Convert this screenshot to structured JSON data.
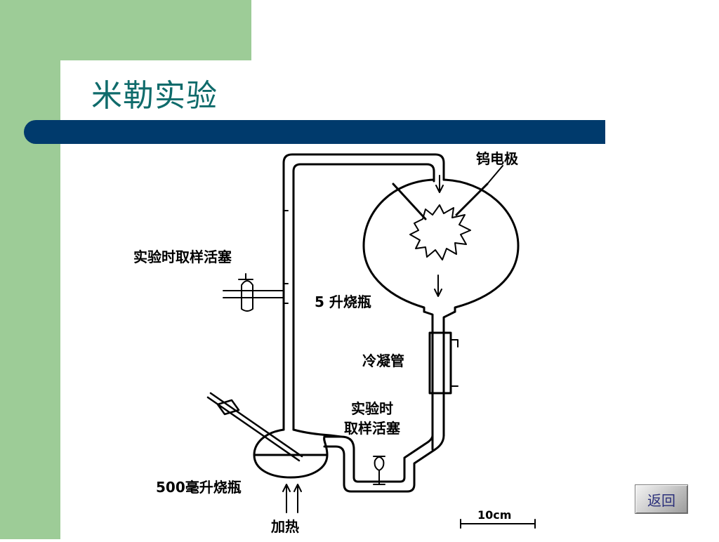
{
  "slide": {
    "title": "米勒实验",
    "back_button": "返回"
  },
  "diagram": {
    "labels": {
      "tungsten_electrode": "钨电极",
      "sampling_cock_top": "实验时取样活塞",
      "flask_5l": "5 升烧瓶",
      "condenser": "冷凝管",
      "sampling_cock_bottom_line1": "实验时",
      "sampling_cock_bottom_line2": "取样活塞",
      "flask_500ml": "500毫升烧瓶",
      "heating": "加热",
      "scale": "10cm"
    }
  },
  "colors": {
    "sidebar_green": "#9dcc97",
    "title_teal": "#0f6b6b",
    "bar_navy": "#003a6c"
  }
}
